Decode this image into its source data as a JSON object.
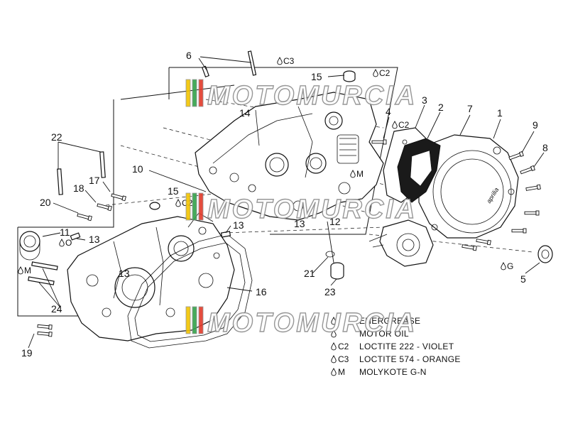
{
  "diagram": {
    "part_numbers": [
      "1",
      "2",
      "3",
      "4",
      "5",
      "6",
      "8",
      "9",
      "10",
      "11",
      "12",
      "13",
      "13",
      "13",
      "13",
      "14",
      "15",
      "15",
      "16",
      "17",
      "18",
      "19",
      "20",
      "21",
      "22",
      "23",
      "24"
    ],
    "symbols": {
      "c2": "C2",
      "c3": "C3",
      "m": "M",
      "o": "O",
      "g": "G"
    },
    "legend": [
      {
        "symbol": "",
        "text": "ENERGREASE"
      },
      {
        "symbol": "",
        "text": "MOTOR OIL"
      },
      {
        "symbol": "C2",
        "text": "LOCTITE 222 - VIOLET"
      },
      {
        "symbol": "C3",
        "text": "LOCTITE 574 - ORANGE"
      },
      {
        "symbol": "M",
        "text": "MOLYKOTE G-N"
      }
    ],
    "cover_brand": "aprilia"
  },
  "watermark": {
    "text": "MOTOMURCIA",
    "stripe_colors": [
      "#f2c400",
      "#33a24a",
      "#e23a2a"
    ],
    "outline_color": "#8c8c8c"
  }
}
